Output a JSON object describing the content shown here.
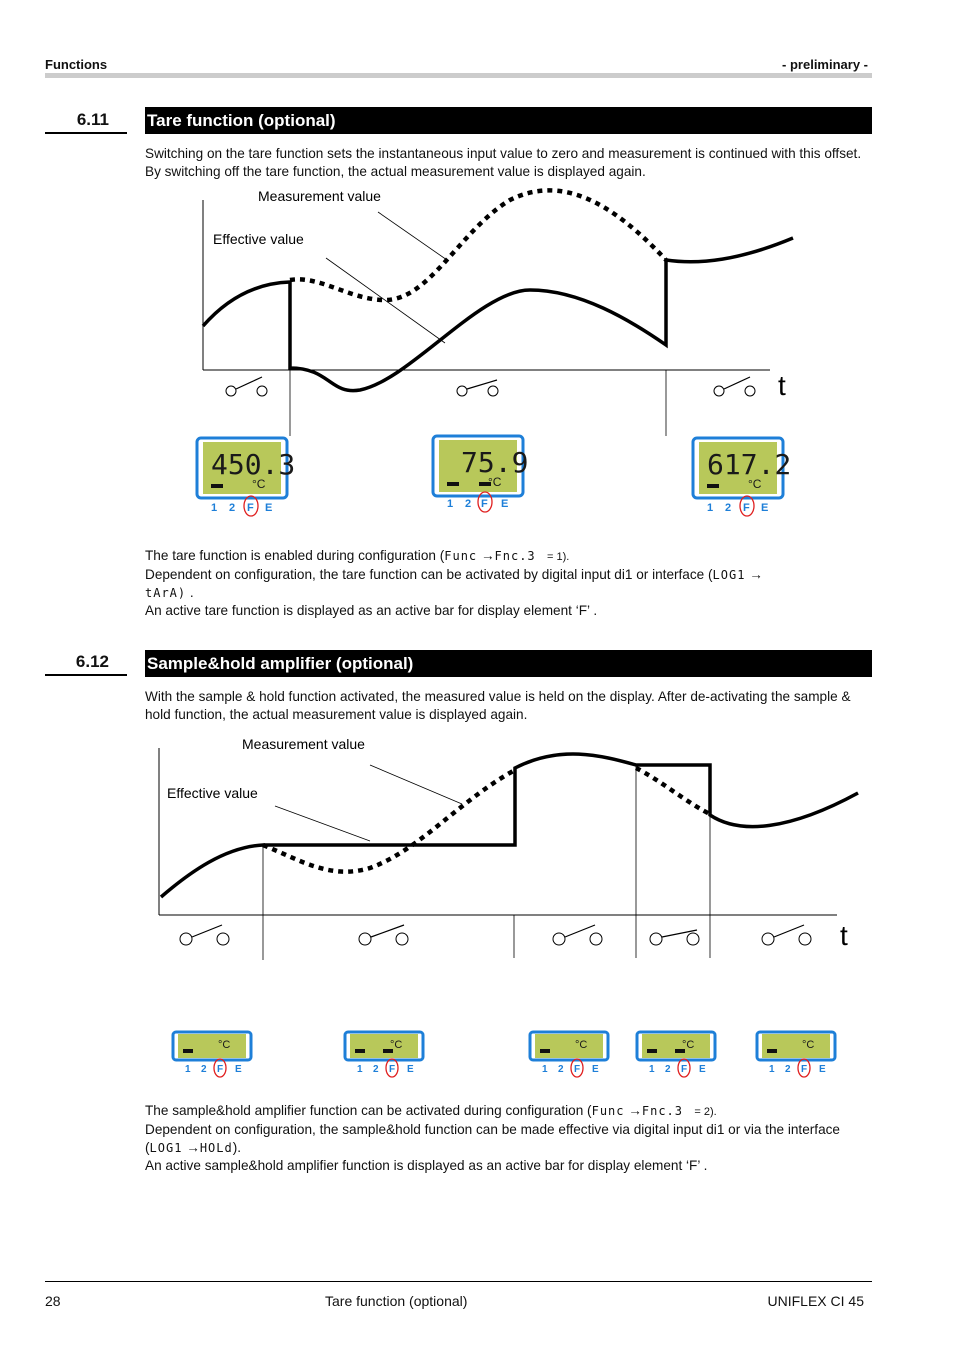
{
  "header": {
    "left": "Functions",
    "right": "- preliminary -"
  },
  "section1": {
    "number": "6.11",
    "title": "Tare function (optional)",
    "intro": "Switching on the tare function sets the instantaneous input value to zero and measurement is continued with this offset. By switching off the tare function, the actual measurement value is displayed again.",
    "label_measurement": "Measurement value",
    "label_effective": "Effective value",
    "axis_t": "t",
    "displays": [
      {
        "value": "450.3",
        "unit": "°C",
        "keys": [
          "1",
          "2",
          "F",
          "E"
        ]
      },
      {
        "value": "75.9",
        "unit": "°C",
        "keys": [
          "1",
          "2",
          "F",
          "E"
        ]
      },
      {
        "value": "617.2",
        "unit": "°C",
        "keys": [
          "1",
          "2",
          "F",
          "E"
        ]
      }
    ],
    "p1_pre": "The tare function is enabled during configuration (",
    "p1_code1": "Func",
    "p1_arrow": "→",
    "p1_code2": "Fnc.3",
    "p1_post": "= 1).",
    "p2_pre": "Dependent on configuration, the tare function can be activated by digital input di1 or interface (",
    "p2_code1": "LOG1",
    "p2_arrow": "→",
    "p2_code2": "tArA)",
    "p2_post": ".",
    "p3": "An active tare function is displayed as an active bar for display element ‘F’ ."
  },
  "section2": {
    "number": "6.12",
    "title": "Sample&hold amplifier (optional)",
    "intro": "With the sample & hold function activated, the measured value is held on the display. After de-activating the sample & hold function, the actual measurement value is displayed again.",
    "label_measurement": "Measurement value",
    "label_effective": "Effective value",
    "axis_t": "t",
    "displays": [
      {
        "unit": "°C",
        "keys": [
          "1",
          "2",
          "F",
          "E"
        ]
      },
      {
        "unit": "°C",
        "keys": [
          "1",
          "2",
          "F",
          "E"
        ]
      },
      {
        "unit": "°C",
        "keys": [
          "1",
          "2",
          "F",
          "E"
        ]
      },
      {
        "unit": "°C",
        "keys": [
          "1",
          "2",
          "F",
          "E"
        ]
      },
      {
        "unit": "°C",
        "keys": [
          "1",
          "2",
          "F",
          "E"
        ]
      }
    ],
    "p1_pre": "The sample&hold amplifier function can be activated during configuration (",
    "p1_code1": "Func",
    "p1_arrow": "→",
    "p1_code2": "Fnc.3",
    "p1_post": "= 2).",
    "p2": "Dependent on configuration, the sample&hold function can be made effective via digital input di1 or via the interface",
    "p2b_pre": "(",
    "p2b_code1": "LOG1",
    "p2b_arrow": "→",
    "p2b_code2": "HOLd",
    "p2b_post": ").",
    "p3": "An active sample&hold amplifier function is displayed as an active bar for display element ‘F’ ."
  },
  "footer": {
    "page": "28",
    "center": "Tare function (optional)",
    "right": "UNIFLEX CI 45"
  },
  "colors": {
    "lcd": "#b8c85a",
    "lcd_frame": "#1e7fd8",
    "keys": "#1e7fd8",
    "highlight": "#e02020"
  }
}
